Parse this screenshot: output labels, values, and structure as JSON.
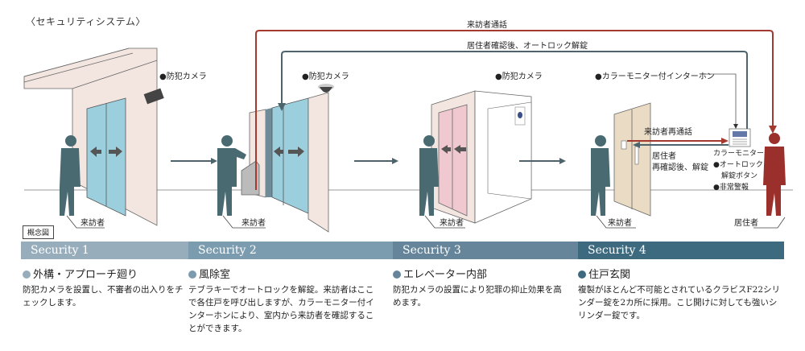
{
  "title": "〈セキュリティシステム〉",
  "concept_label": "概念図",
  "flows": {
    "visitor_call": "来訪者通話",
    "unlock_after_confirm": "居住者確認後、オートロック解錠",
    "visitor_recall": "来訪者再通話",
    "reconfirm_unlock_line1": "居住者",
    "reconfirm_unlock_line2": "再確認後、解錠"
  },
  "callouts": {
    "camera1": "●防犯カメラ",
    "camera2": "●防犯カメラ",
    "camera3": "●防犯カメラ",
    "intercom": "●カラーモニター付インターホン",
    "monitor": "カラーモニター",
    "autolock_btn_line1": "●オートロック",
    "autolock_btn_line2": "解錠ボタン",
    "alarm": "●非常警報"
  },
  "people": {
    "visitor": "来訪者",
    "resident": "居住者"
  },
  "colors": {
    "red_line": "#a4392f",
    "slate_line": "#4d646c",
    "figure_visitor": "#4a6a72",
    "figure_resident": "#9b2f2b",
    "glass": "#9ccfdd",
    "wall": "#f3e6e0",
    "elevator_door": "#efc9cf",
    "house_door": "#eadbc4"
  },
  "sections": [
    {
      "header": "Security 1",
      "dot_color": "#98adbb",
      "heading": "外構・アプローチ廻り",
      "body": "防犯カメラを設置し、不審者の出入りをチェックします。"
    },
    {
      "header": "Security 2",
      "dot_color": "#7b9bae",
      "heading": "風除室",
      "body": "テブラキーでオートロックを解錠。来訪者はここで各住戸を呼び出しますが、カラーモニター付インターホンにより、室内から来訪者を確認することができます。"
    },
    {
      "header": "Security 3",
      "dot_color": "#66859a",
      "heading": "エレベーター内部",
      "body": "防犯カメラの設置により犯罪の抑止効果を高めます。"
    },
    {
      "header": "Security 4",
      "dot_color": "#3e6a80",
      "heading": "住戸玄関",
      "body": "複製がほとんど不可能とされているクラビスF22シリンダー錠を2カ所に採用。こじ開けに対しても強いシリンダー錠です。"
    }
  ]
}
